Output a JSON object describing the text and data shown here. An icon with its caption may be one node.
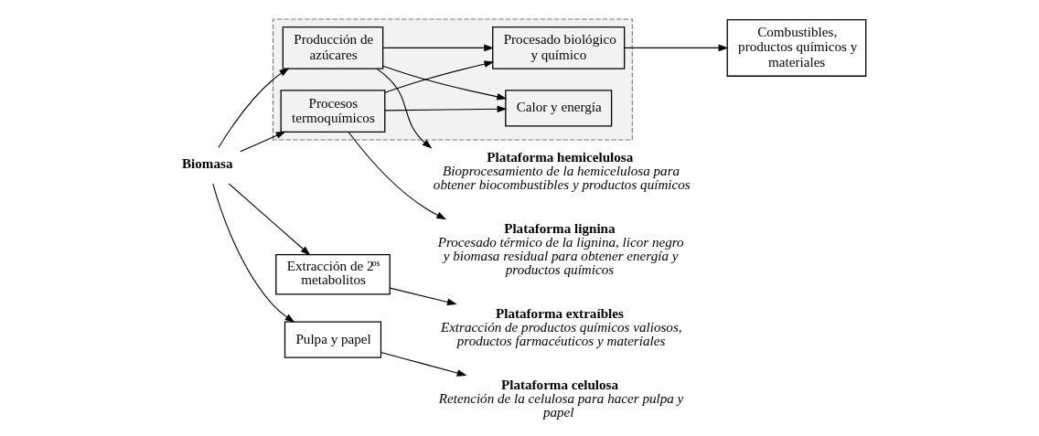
{
  "diagram": {
    "nodes": [
      {
        "text": [
          "Plataforma hemicelulosa",
          "Bioprocesamiento de la hemicelulosa para obtener biocombustibles y productos químicos"
        ]
      },
      {
        "text": [
          "Plataforma extraíbles",
          "Extracción de productos químicos valiosos, productos farmacéuticos y materiales"
        ]
      },
      {
        "text": [
          "Extracción de 2$^{os}$ metabolitos"
        ]
      },
      {
        "text": [],
        "shape": "box"
      },
      {
        "text": [
          "Producción de azúcares"
        ],
        "in": 3
      },
      {
        "text": [
          "Biomasa"
        ]
      },
      {
        "text": [
          "Calor y energía"
        ],
        "in": 3
      },
      {
        "text": [
          "Procesado biológico y químico"
        ],
        "in": 3
      },
      {
        "text": [
          "Combustibles, productos químicos y materiales"
        ]
      },
      {
        "text": [
          "Procesos termoquímicos"
        ],
        "in": 3
      },
      {
        "text": [
          "Plataforma celulosa",
          "Retención de la celulosa para hacer pulpa y papel"
        ]
      },
      {
        "text": [
          "Pulpa y papel"
        ]
      },
      {
        "text": [
          "Plataforma lignina",
          "Procesado térmico de la lignina, licor negro y biomasa residual para obtener energía y productos químicos"
        ]
      }
    ],
    "edges": [
      {
        "from": 4,
        "to": 0,
        "arrow": "to"
      },
      {
        "from": 2,
        "to": 1,
        "arrow": "to"
      },
      {
        "from": 5,
        "to": 2,
        "arrow": "to"
      },
      {
        "from": 5,
        "to": 11,
        "arrow": "to"
      },
      {
        "from": 5,
        "to": 4,
        "arrow": "to"
      },
      {
        "from": 5,
        "to": 9,
        "arrow": "to"
      },
      {
        "from": 4,
        "to": 6,
        "arrow": "to"
      },
      {
        "from": 9,
        "to": 6,
        "arrow": "to"
      },
      {
        "from": 4,
        "to": 7,
        "arrow": "to"
      },
      {
        "from": 9,
        "to": 7,
        "arrow": "to"
      },
      {
        "from": 7,
        "to": 8,
        "arrow": "to"
      },
      {
        "from": 11,
        "to": 10,
        "arrow": "to"
      },
      {
        "from": 9,
        "to": 12,
        "arrow": "to"
      }
    ]
  }
}
